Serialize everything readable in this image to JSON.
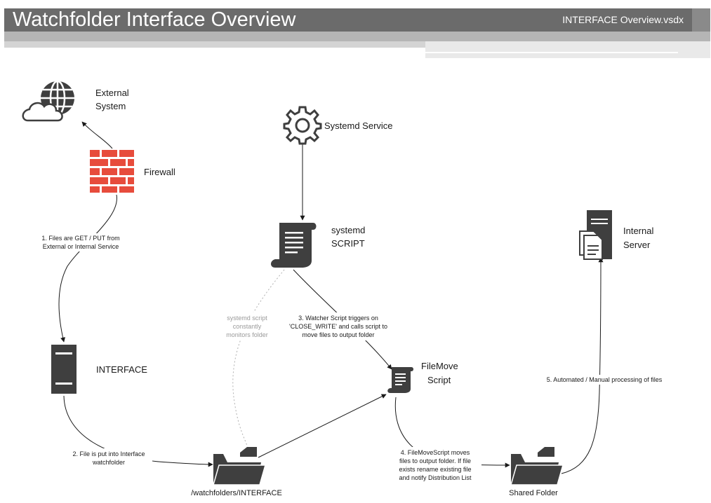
{
  "header": {
    "title": "Watchfolder Interface Overview",
    "filename": "INTERFACE Overview.vsdx"
  },
  "nodes": {
    "external_system": {
      "line1": "External",
      "line2": "System"
    },
    "firewall": {
      "label": "Firewall"
    },
    "systemd_service": {
      "label": "Systemd Service"
    },
    "systemd_script": {
      "line1": "systemd",
      "line2": "SCRIPT"
    },
    "internal_server": {
      "line1": "Internal",
      "line2": "Server"
    },
    "interface": {
      "label": "INTERFACE"
    },
    "filemove_script": {
      "line1": "FileMove",
      "line2": "Script"
    },
    "watchfolder": {
      "label": "/watchfolders/INTERFACE"
    },
    "shared_folder": {
      "label": "Shared Folder"
    }
  },
  "edge_labels": {
    "step1": {
      "line1": "1. Files are GET / PUT from",
      "line2": "External or Internal Service"
    },
    "step2": {
      "line1": "2. File is put into Interface",
      "line2": "watchfolder"
    },
    "step3": {
      "line1": "3. Watcher Script triggers on",
      "line2": "'CLOSE_WRITE' and calls script to",
      "line3": "move files to output folder"
    },
    "step4": {
      "line1": "4. FileMoveScript moves",
      "line2": "files to output folder.  If file",
      "line3": "exists rename existing file",
      "line4": "and notify Distribution List"
    },
    "step5": {
      "label": "5. Automated / Manual processing of files"
    },
    "monitor": {
      "line1": "systemd script",
      "line2": "constantly",
      "line3": "monitors folder"
    }
  },
  "colors": {
    "header_band": "#6b6b6b",
    "icon_dark": "#3f3f3f",
    "firewall_red": "#e74c3c",
    "connector": "#1a1a1a",
    "dotted_connector": "#b0b0b0"
  },
  "icons": {
    "external_system": "globe-cloud-icon",
    "firewall": "brick-firewall-icon",
    "systemd_service": "gear-icon",
    "systemd_script": "scroll-icon",
    "internal_server": "server-documents-icon",
    "interface": "server-tower-icon",
    "filemove_script": "scroll-icon",
    "watchfolder": "folder-icon",
    "shared_folder": "folder-icon"
  }
}
